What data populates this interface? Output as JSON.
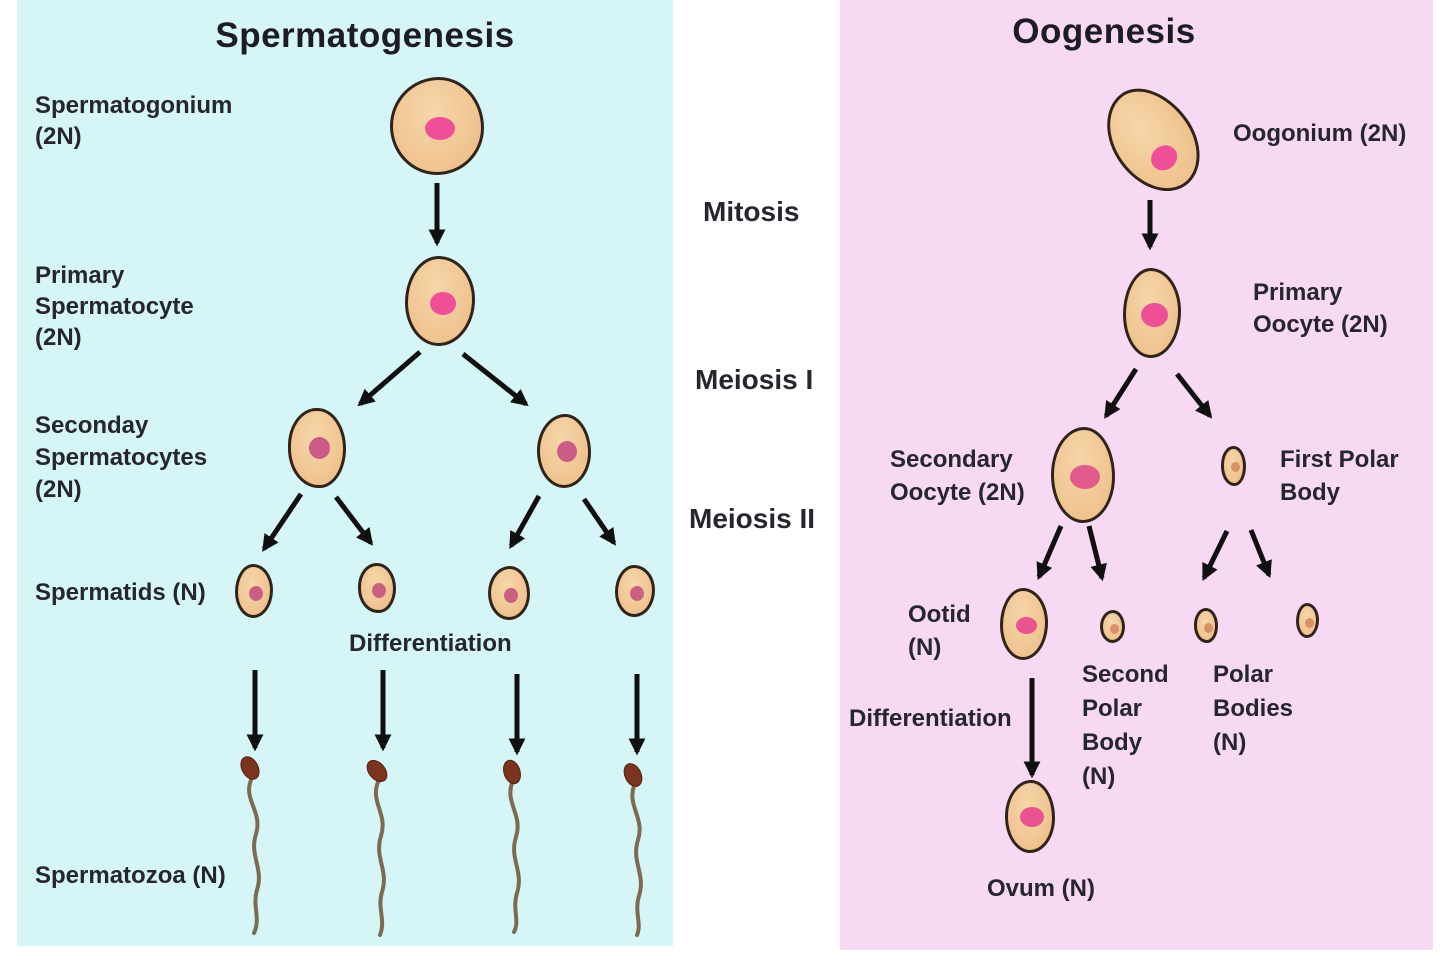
{
  "left_panel": {
    "title": "Spermatogenesis",
    "bg_color": "#d6f5f6",
    "labels": {
      "spermatogonium": "Spermatogonium\n(2N)",
      "primary_spermatocyte": "Primary\nSpermatocyte\n(2N)",
      "secondary_spermatocytes": "Seconday\nSpermatocytes\n(2N)",
      "spermatids": "Spermatids (N)",
      "differentiation": "Differentiation",
      "spermatozoa": "Spermatozoa (N)"
    }
  },
  "center_labels": {
    "mitosis": "Mitosis",
    "meiosis_1": "Meiosis I",
    "meiosis_2": "Meiosis II"
  },
  "right_panel": {
    "title": "Oogenesis",
    "bg_color": "#f8d9f3",
    "labels": {
      "oogonium": "Oogonium (2N)",
      "primary_oocyte": "Primary\nOocyte  (2N)",
      "secondary_oocyte": "Secondary\nOocyte  (2N)",
      "first_polar_body": "First Polar\nBody",
      "ootid": "Ootid\n(N)",
      "second_polar_body": "Second\nPolar\nBody\n(N)",
      "polar_bodies": "Polar\nBodies\n(N)",
      "differentiation": "Differentiation",
      "ovum": "Ovum  (N)"
    }
  },
  "colors": {
    "cell_fill": "#f1c795",
    "cell_outline": "#30241a",
    "nucleus_pink": "#ee4f97",
    "nucleus_muted_pink": "#c9607f",
    "nucleus_tan": "#d89067",
    "sperm_head": "#7b341e",
    "sperm_tail": "#7d6a52",
    "text": "#26262e"
  }
}
